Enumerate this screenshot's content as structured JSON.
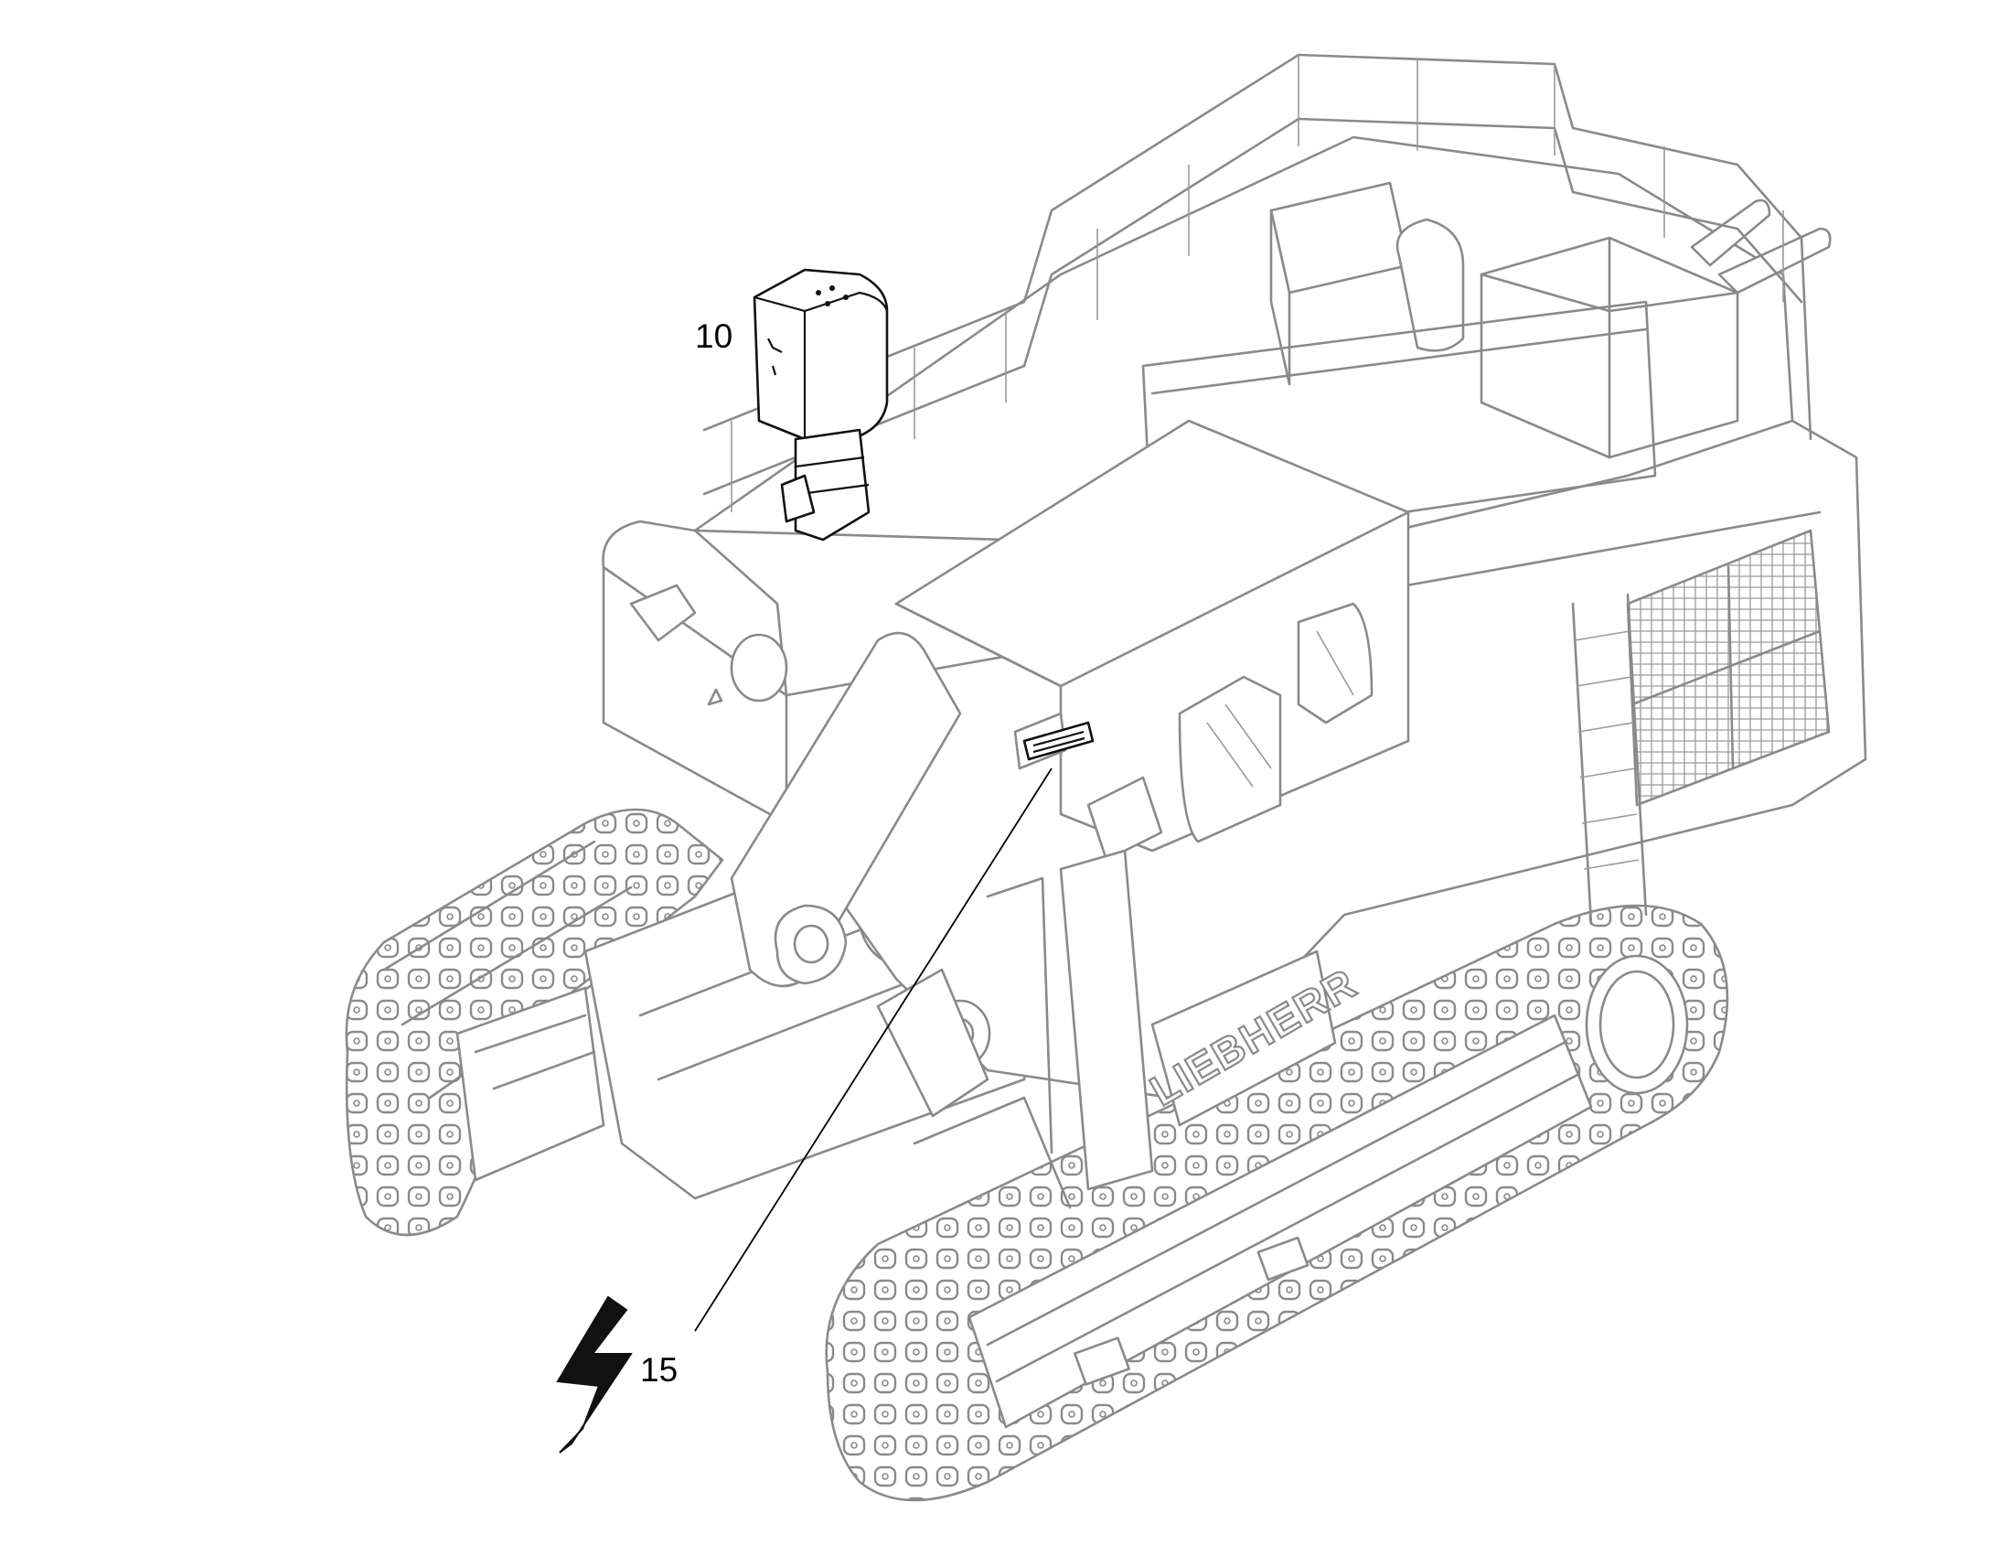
{
  "diagram": {
    "callouts": [
      {
        "id": "10",
        "text": "10"
      },
      {
        "id": "15",
        "text": "15"
      }
    ],
    "brand_text": "LIEBHERR",
    "icons": [
      "lightning-bolt-icon"
    ],
    "colors": {
      "machine_line": "#8a8a8a",
      "highlight_line": "#111111",
      "callout_text": "#000000",
      "background": "#ffffff"
    }
  }
}
